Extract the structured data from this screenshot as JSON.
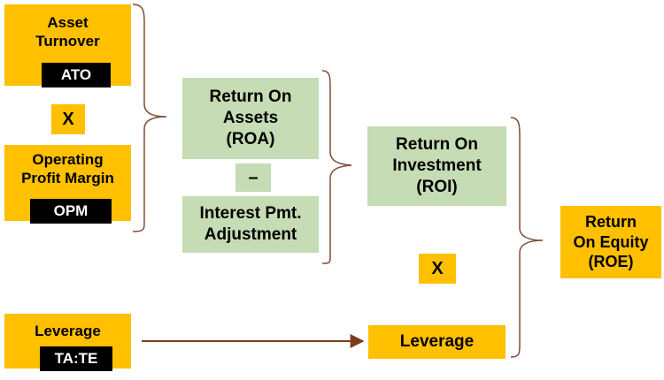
{
  "nodes": {
    "asset_turnover": {
      "label_line1": "Asset",
      "label_line2": "Turnover",
      "abbr": "ATO"
    },
    "multiply_1": "X",
    "operating_profit_margin": {
      "label_line1": "Operating",
      "label_line2": "Profit Margin",
      "abbr": "OPM"
    },
    "leverage_input": {
      "label": "Leverage",
      "abbr": "TA:TE"
    },
    "roa": {
      "line1": "Return On",
      "line2": "Assets",
      "line3": "(ROA)"
    },
    "minus": "–",
    "interest_adjustment": {
      "line1": "Interest Pmt.",
      "line2": "Adjustment"
    },
    "roi": {
      "line1": "Return On",
      "line2": "Investment",
      "line3": "(ROI)"
    },
    "multiply_2": "X",
    "leverage_output": {
      "label": "Leverage"
    },
    "roe": {
      "line1": "Return",
      "line2": "On Equity",
      "line3": "(ROE)"
    }
  },
  "colors": {
    "yellow": "#ffc000",
    "green": "#c5dcb4",
    "black": "#000000",
    "bracket": "#7f4f3a",
    "arrow": "#7f3b1f"
  }
}
